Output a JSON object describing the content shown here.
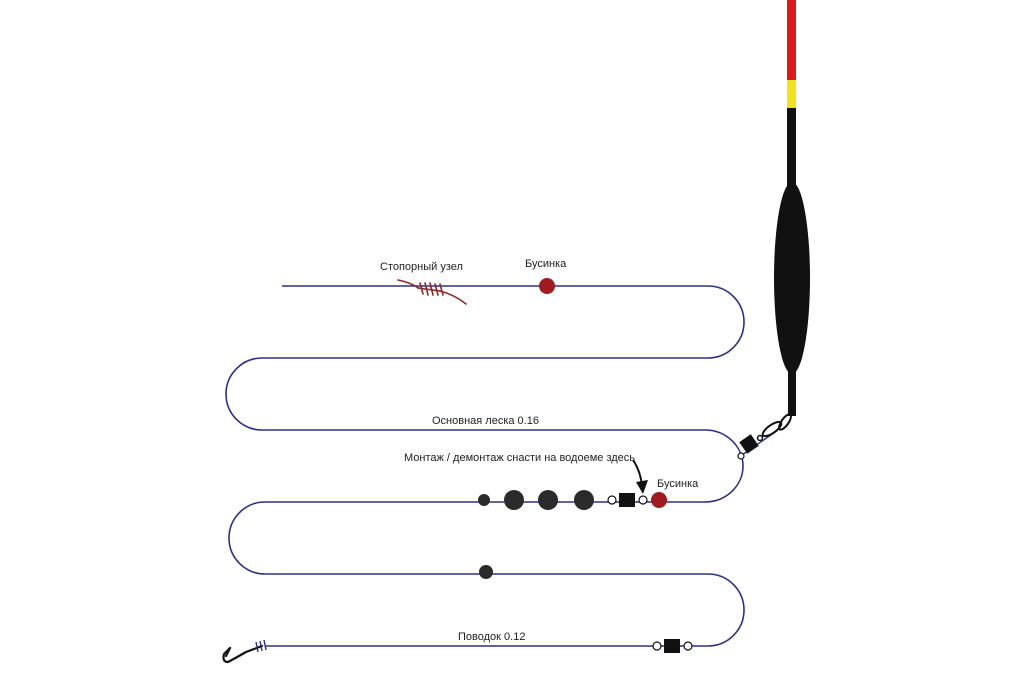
{
  "labels": {
    "stopper_knot": "Стопорный узел",
    "bead_top": "Бусинка",
    "main_line": "Основная леска 0.16",
    "assembly_note": "Монтаж / демонтаж снасти на водоеме здесь",
    "bead_right": "Бусинка",
    "leader": "Поводок 0.12"
  },
  "colors": {
    "line": "#2d2e8c",
    "bead": "#a01a1f",
    "knot": "#8b2a2a",
    "shot": "#2b2b2b",
    "float_body": "#111111",
    "antenna_red": "#e01818",
    "antenna_yellow": "#f2e21a"
  },
  "icons": {
    "hook": "hook-icon",
    "snap": "snap-swivel-icon",
    "swivel": "swivel-icon",
    "arrow": "arrow-down-icon"
  }
}
